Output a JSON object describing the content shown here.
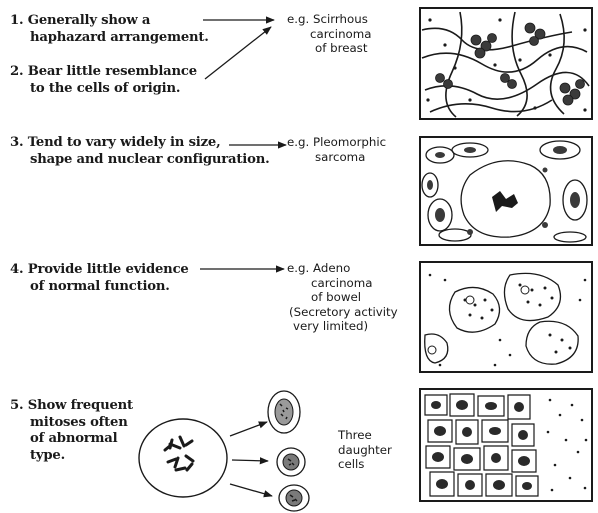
{
  "items": [
    {
      "num": "1.",
      "lines": [
        "Generally show a",
        "haphazard arrangement."
      ]
    },
    {
      "num": "2.",
      "lines": [
        "Bear little resemblance",
        "to the cells of origin."
      ]
    },
    {
      "num": "3.",
      "lines": [
        "Tend to vary widely in size,",
        "shape and nuclear configuration."
      ]
    },
    {
      "num": "4.",
      "lines": [
        "Provide little evidence",
        "of normal function."
      ]
    },
    {
      "num": "5.",
      "lines": [
        "Show frequent",
        "mitoses often",
        "of abnormal",
        "type."
      ]
    }
  ],
  "examples": [
    {
      "lines": [
        "e.g. Scirrhous",
        "carcinoma",
        "of breast"
      ]
    },
    {
      "lines": [
        "e.g. Pleomorphic",
        "sarcoma"
      ]
    },
    {
      "lines": [
        "e.g. Adeno",
        "carcinoma",
        "of bowel",
        "(Secretory activity",
        "very limited)"
      ]
    }
  ],
  "daughter_label": [
    "Three",
    "daughter",
    "cells"
  ],
  "colors": {
    "ink": "#1a1a1a",
    "paper": "#ffffff"
  }
}
